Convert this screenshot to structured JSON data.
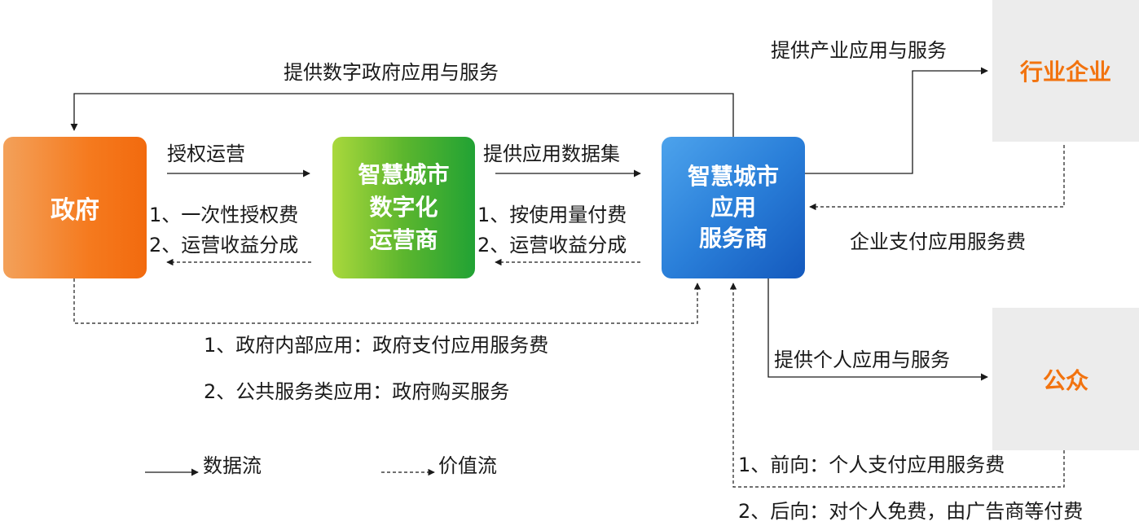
{
  "nodes": {
    "government": {
      "label": "政府"
    },
    "operator": {
      "lines": [
        "智慧城市",
        "数字化",
        "运营商"
      ]
    },
    "service_provider": {
      "lines": [
        "智慧城市",
        "应用",
        "服务商"
      ]
    },
    "industry_enterprise": {
      "label": "行业企业"
    },
    "public": {
      "label": "公众"
    }
  },
  "edges": {
    "gov_digital_services": "提供数字政府应用与服务",
    "authorize_operation": "授权运营",
    "operator_fees": [
      "1、一次性授权费",
      "2、运营收益分成"
    ],
    "provide_datasets": "提供应用数据集",
    "provider_fees": [
      "1、按使用量付费",
      "2、运营收益分成"
    ],
    "gov_payment": [
      "1、政府内部应用：政府支付应用服务费",
      "2、公共服务类应用：政府购买服务"
    ],
    "industry_services": "提供产业应用与服务",
    "enterprise_payment": "企业支付应用服务费",
    "personal_services": "提供个人应用与服务",
    "personal_payment": [
      "1、前向：个人支付应用服务费",
      "2、后向：对个人免费，由广告商等付费"
    ]
  },
  "legend": {
    "data_flow": "数据流",
    "value_flow": "价值流"
  },
  "colors": {
    "government": "#f57a1e",
    "operator": "#3aab30",
    "service_provider": "#2a7fd9",
    "external_box": "#ececec",
    "external_text": "#f2730f",
    "line": "#1a1a1a"
  }
}
